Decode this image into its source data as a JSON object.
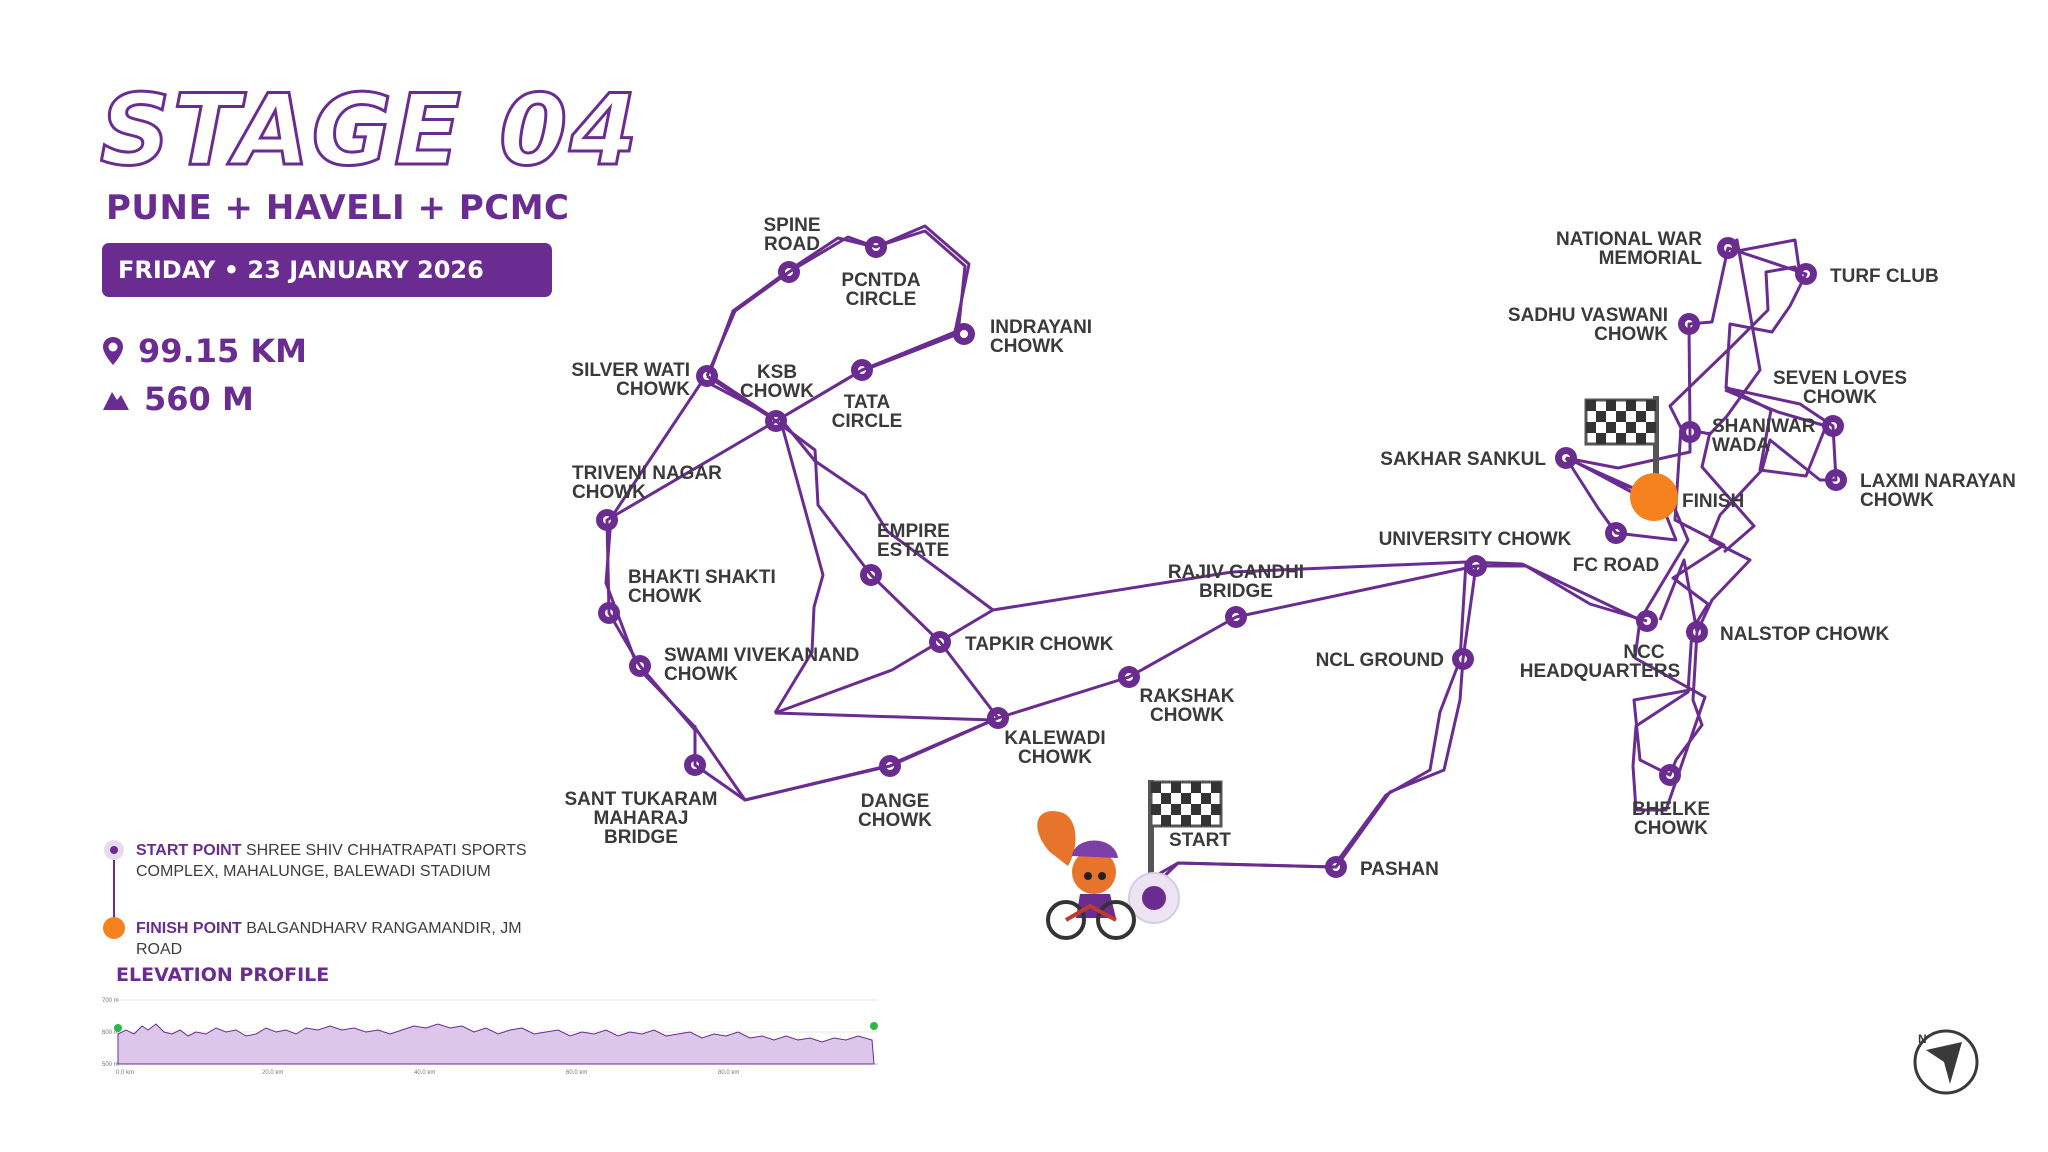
{
  "header": {
    "stage_title": "STAGE 04",
    "districts": "PUNE + HAVELI + PCMC",
    "date": "FRIDAY • 23 JANUARY 2026"
  },
  "stats": {
    "distance": "99.15 KM",
    "elevation_gain": "560 M"
  },
  "legend": {
    "start_key": "START POINT",
    "start_text": "SHREE SHIV CHHATRAPATI SPORTS COMPLEX, MAHALUNGE, BALEWADI STADIUM",
    "finish_key": "FINISH POINT",
    "finish_text": "BALGANDHARV RANGAMANDIR, JM ROAD"
  },
  "colors": {
    "route": "#6a2c91",
    "finish": "#f5821f",
    "start_marker_green": "#2db84b",
    "elevation_fill": "#dcc6ea"
  },
  "map": {
    "start_label": "START",
    "finish_label": "FINISH",
    "waypoints": [
      {
        "id": "spine-road",
        "label": "SPINE ROAD"
      },
      {
        "id": "pcntda-circle",
        "label": "PCNTDA CIRCLE"
      },
      {
        "id": "indrayani-chowk",
        "label": "INDRAYANI CHOWK"
      },
      {
        "id": "silver-wati-chowk",
        "label": "SILVER WATI CHOWK"
      },
      {
        "id": "ksb-chowk",
        "label": "KSB CHOWK"
      },
      {
        "id": "tata-circle",
        "label": "TATA CIRCLE"
      },
      {
        "id": "triveni-nagar-chowk",
        "label": "TRIVENI NAGAR CHOWK"
      },
      {
        "id": "empire-estate",
        "label": "EMPIRE ESTATE"
      },
      {
        "id": "bhakti-shakti-chowk",
        "label": "BHAKTI SHAKTI CHOWK"
      },
      {
        "id": "swami-vivekanand-chowk",
        "label": "SWAMI VIVEKANAND CHOWK"
      },
      {
        "id": "tapkir-chowk",
        "label": "TAPKIR CHOWK"
      },
      {
        "id": "sant-tukaram-maharaj-bridge",
        "label": "SANT TUKARAM MAHARAJ BRIDGE"
      },
      {
        "id": "dange-chowk",
        "label": "DANGE CHOWK"
      },
      {
        "id": "kalewadi-chowk",
        "label": "KALEWADI CHOWK"
      },
      {
        "id": "rakshak-chowk",
        "label": "RAKSHAK CHOWK"
      },
      {
        "id": "rajiv-gandhi-bridge",
        "label": "RAJIV GANDHI BRIDGE"
      },
      {
        "id": "university-chowk",
        "label": "UNIVERSITY CHOWK"
      },
      {
        "id": "ncl-ground",
        "label": "NCL GROUND"
      },
      {
        "id": "pashan",
        "label": "PASHAN"
      },
      {
        "id": "ncc-headquarters",
        "label": "NCC HEADQUARTERS"
      },
      {
        "id": "nalstop-chowk",
        "label": "NALSTOP CHOWK"
      },
      {
        "id": "bhelke-chowk",
        "label": "BHELKE CHOWK"
      },
      {
        "id": "fc-road",
        "label": "FC ROAD"
      },
      {
        "id": "sakhar-sankul",
        "label": "SAKHAR SANKUL"
      },
      {
        "id": "shaniwar-wada",
        "label": "SHANIWAR WADA"
      },
      {
        "id": "laxmi-narayan-chowk",
        "label": "LAXMI NARAYAN CHOWK"
      },
      {
        "id": "seven-loves-chowk",
        "label": "SEVEN LOVES CHOWK"
      },
      {
        "id": "sadhu-vaswani-chowk",
        "label": "SADHU VASWANI CHOWK"
      },
      {
        "id": "national-war-memorial",
        "label": "NATIONAL WAR MEMORIAL"
      },
      {
        "id": "turf-club",
        "label": "TURF CLUB"
      }
    ]
  },
  "elevation_profile": {
    "title": "ELEVATION PROFILE",
    "y_ticks": [
      "700 m",
      "600 m",
      "500 m"
    ],
    "x_ticks": [
      "0.0 km",
      "20.0 km",
      "40.0 km",
      "60.0 km",
      "80.0 km"
    ]
  },
  "icons": {
    "location": "location-pin-icon",
    "elevation": "mountain-icon",
    "compass": "compass-icon",
    "flag": "checkered-flag-icon",
    "mascot": "squirrel-cyclist-mascot"
  }
}
